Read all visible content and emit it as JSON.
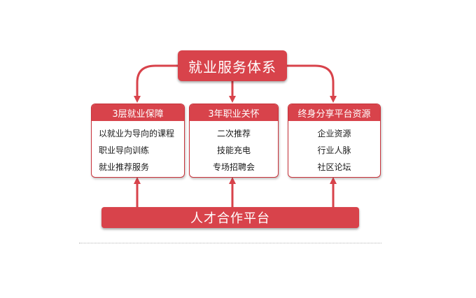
{
  "colors": {
    "accent": "#d8434b",
    "border": "#c8323a",
    "text": "#1a1a1a",
    "divider": "#b5b5b5"
  },
  "diagram": {
    "title": "就业服务体系",
    "panels": [
      {
        "header": "3层就业保障",
        "items": [
          "以就业为导向的课程",
          "职业导向训练",
          "就业推荐服务"
        ]
      },
      {
        "header": "3年职业关怀",
        "items": [
          "二次推荐",
          "技能充电",
          "专场招聘会"
        ]
      },
      {
        "header": "终身分享平台资源",
        "items": [
          "企业资源",
          "行业人脉",
          "社区论坛"
        ]
      }
    ],
    "bottom": "人才合作平台"
  }
}
